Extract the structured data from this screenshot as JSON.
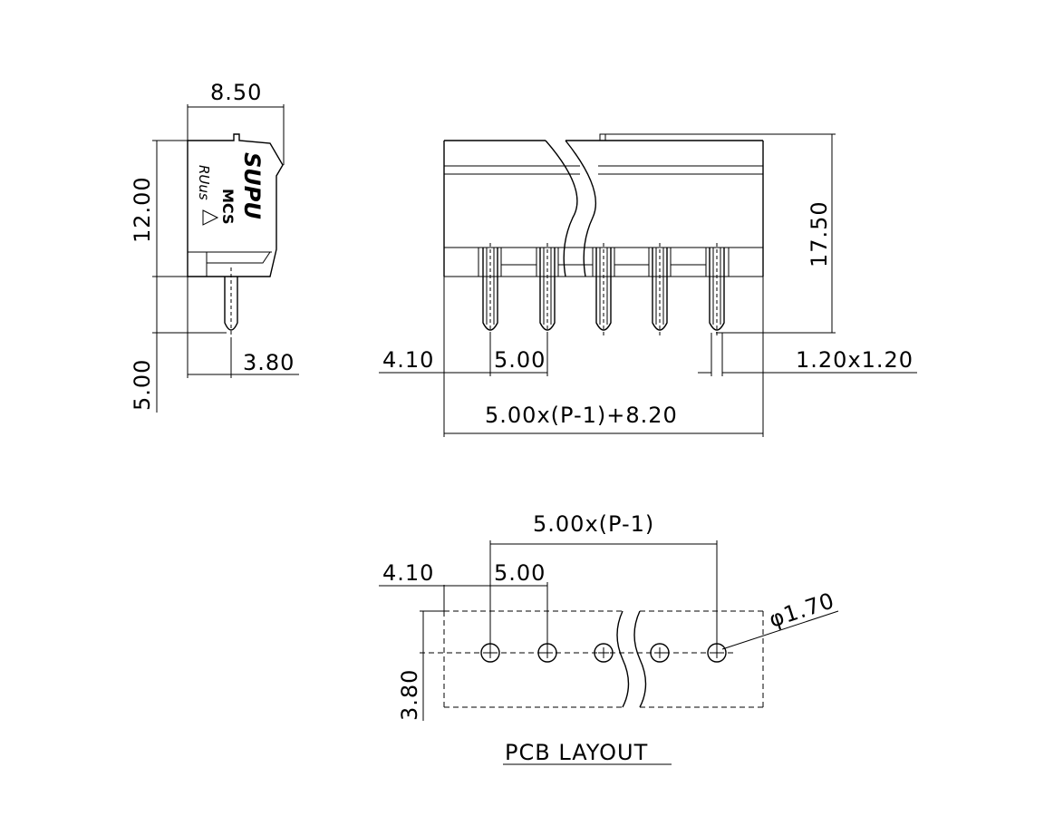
{
  "side_view": {
    "width_label": "8.50",
    "height_label": "12.00",
    "pin_length_label": "5.00",
    "pin_offset_label": "3.80",
    "brand_text": "SUPU",
    "model_text": "MCS",
    "cert_text": "RUus"
  },
  "front_view": {
    "height_label": "17.50",
    "edge_offset_label": "4.10",
    "pitch_label": "5.00",
    "pin_size_label": "1.20x1.20",
    "total_length_label": "5.00x(P-1)+8.20",
    "pin_count_drawn": 5
  },
  "pcb_layout": {
    "span_label": "5.00x(P-1)",
    "edge_offset_label": "4.10",
    "pitch_label": "5.00",
    "hole_diameter_label": "φ1.70",
    "row_offset_label": "3.80",
    "title": "PCB LAYOUT",
    "hole_count_drawn": 5
  }
}
